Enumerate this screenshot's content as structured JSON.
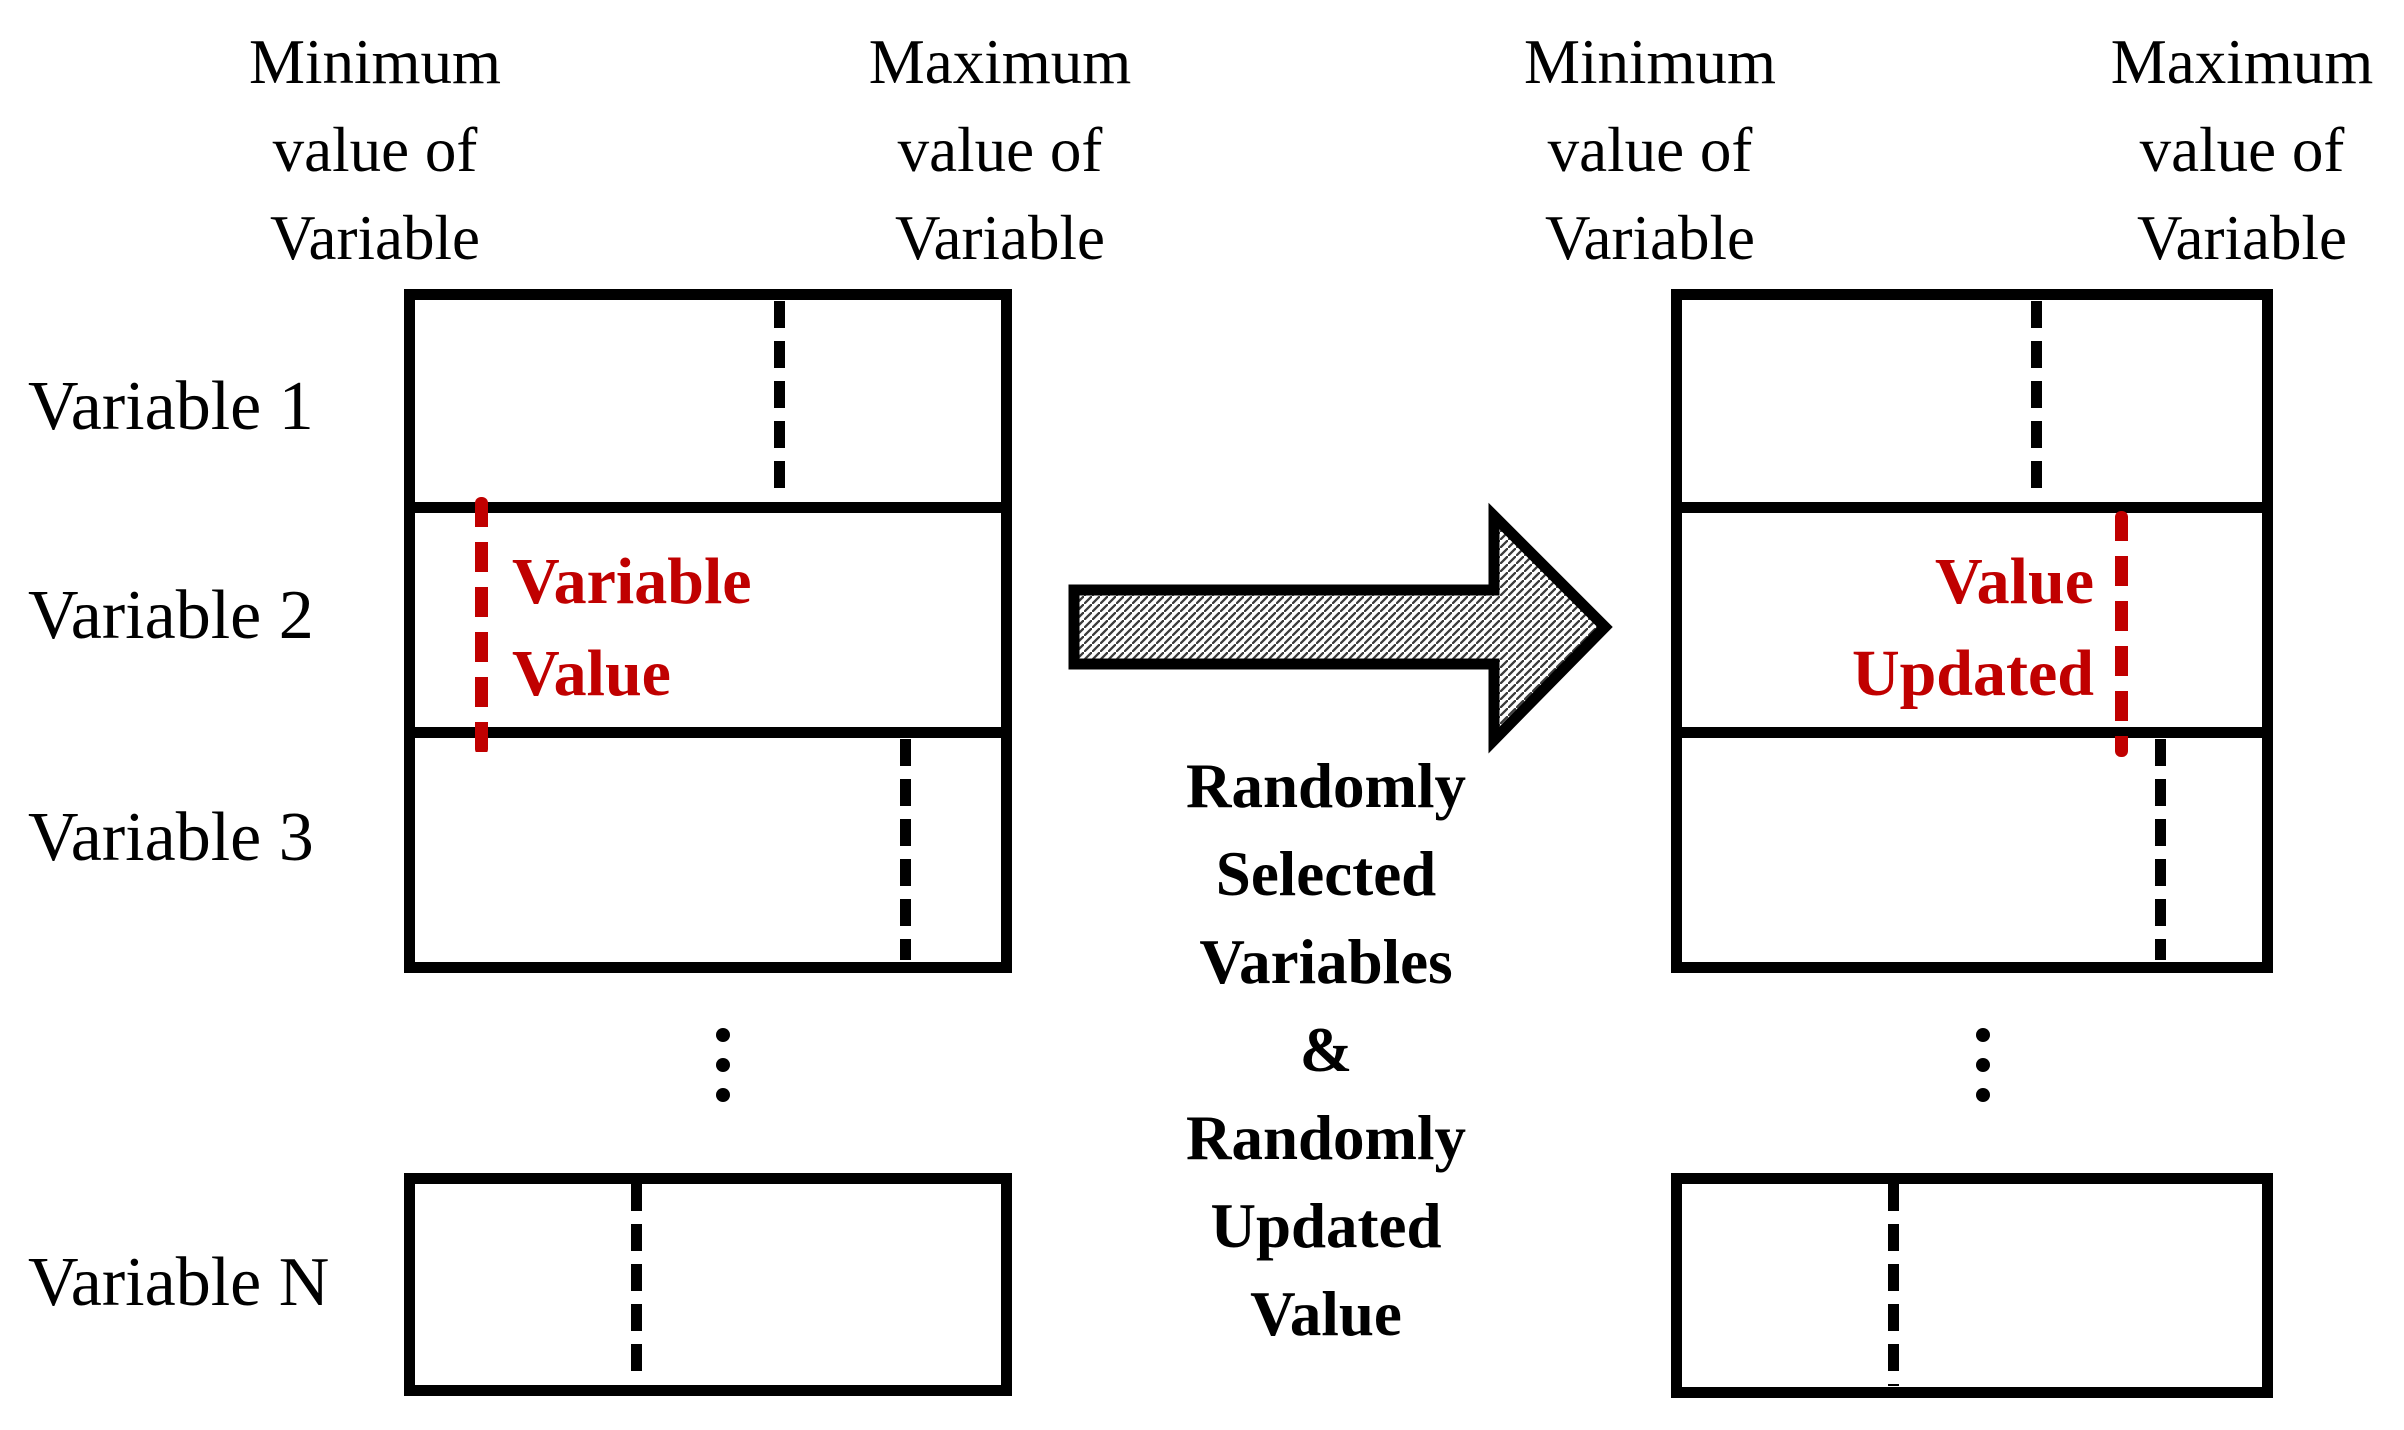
{
  "colors": {
    "accent_red": "#C00000",
    "outline_black": "#000000",
    "background": "#FFFFFF"
  },
  "icons": {
    "arrow": "right-arrow-icon",
    "ellipsis": "vertical-ellipsis-icon"
  },
  "column_headers": {
    "min_lines": [
      "Minimum",
      "value of",
      "Variable"
    ],
    "max_lines": [
      "Maximum",
      "value of",
      "Variable"
    ]
  },
  "left_panel": {
    "row_labels": [
      "Variable 1",
      "Variable 2",
      "Variable 3",
      "Variable N"
    ],
    "annotation_lines": [
      "Variable",
      "Value"
    ]
  },
  "right_panel": {
    "annotation_lines": [
      "Value",
      "Updated"
    ]
  },
  "middle": {
    "caption_lines": [
      "Randomly",
      "Selected",
      "Variables",
      "&",
      "Randomly",
      "Updated",
      "Value"
    ]
  }
}
